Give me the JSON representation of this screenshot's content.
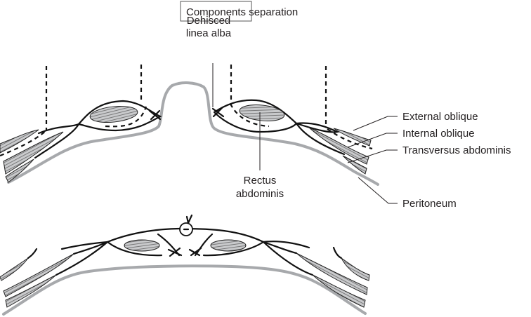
{
  "title": "Components separation",
  "labels": {
    "dehisced": [
      "Dehisced",
      "linea alba"
    ],
    "rectus": [
      "Rectus",
      "abdominis"
    ],
    "external_oblique": "External oblique",
    "internal_oblique": "Internal oblique",
    "transversus": "Transversus abdominis",
    "peritoneum": "Peritoneum"
  },
  "colors": {
    "ink": "#111111",
    "peritoneum": "#a7a9ac",
    "muscle_fill": "#c9cacc"
  }
}
